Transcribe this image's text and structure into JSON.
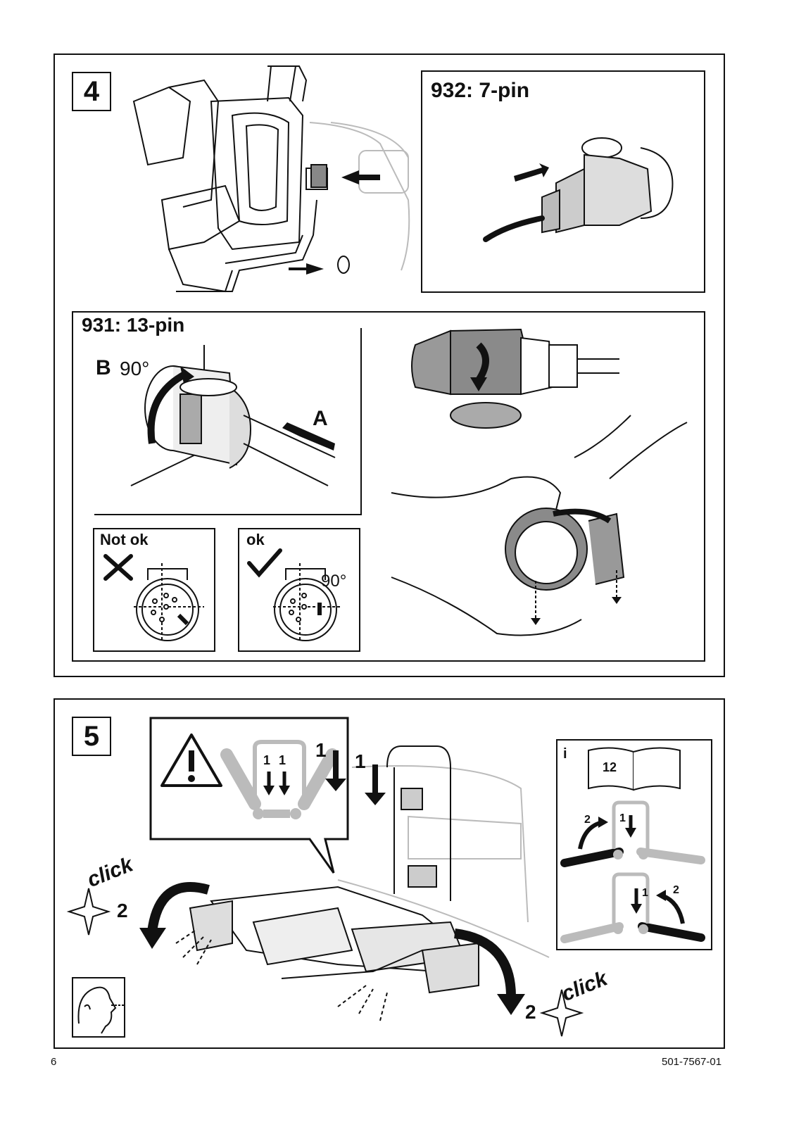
{
  "step4": {
    "number": "4",
    "pin7_title": "932: 7-pin",
    "pin13_title": "931: 13-pin",
    "rotate_label_b": "B",
    "rotate_angle": "90°",
    "push_label_a": "A",
    "not_ok_label": "Not ok",
    "ok_label": "ok",
    "ok_angle": "90°"
  },
  "step5": {
    "number": "5",
    "warning_arrow_1a": "1",
    "warning_arrow_1b": "1",
    "press_1a": "1",
    "press_1b": "1",
    "click_left": "click",
    "click_left_num": "2",
    "click_right": "click",
    "click_right_num": "2",
    "info_label": "i",
    "info_page": "12",
    "info_top_1": "1",
    "info_top_2": "2",
    "info_bottom_1": "1",
    "info_bottom_2": "2"
  },
  "footer": {
    "page_number": "6",
    "doc_code": "501-7567-01"
  },
  "colors": {
    "line": "#111111",
    "gray_part": "#8a8a8a",
    "light_gray": "#c8c8c8"
  }
}
